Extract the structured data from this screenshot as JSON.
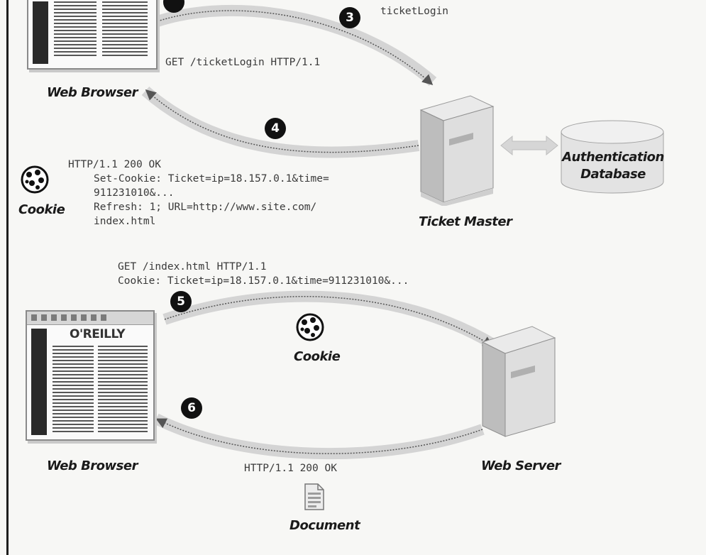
{
  "top_label": "ticketLogin",
  "request_1": "GET /ticketLogin HTTP/1.1",
  "response_1": {
    "line1": "HTTP/1.1 200 OK",
    "line2": "Set-Cookie: Ticket=ip=18.157.0.1&time=",
    "line3": "911231010&...",
    "line4": "Refresh: 1; URL=http://www.site.com/",
    "line5": "index.html"
  },
  "request_2": {
    "line1": "GET /index.html HTTP/1.1",
    "line2": "Cookie: Ticket=ip=18.157.0.1&time=911231010&..."
  },
  "response_2": "HTTP/1.1 200 OK",
  "labels": {
    "web_browser_top": "Web Browser",
    "web_browser_bottom": "Web Browser",
    "ticket_master": "Ticket Master",
    "auth_db_line1": "Authentication",
    "auth_db_line2": "Database",
    "cookie_left": "Cookie",
    "cookie_middle": "Cookie",
    "web_server": "Web Server",
    "document": "Document",
    "browser_logo": "O'REILLY"
  },
  "step_numbers": {
    "s3": "3",
    "s4": "4",
    "s5": "5",
    "s6": "6"
  },
  "icons": {
    "cookie": "cookie-icon",
    "server": "server-icon",
    "database": "database-icon",
    "document": "document-icon",
    "browser": "browser-window-icon"
  },
  "colors": {
    "background": "#f7f7f5",
    "arrow_band": "#d2d2d2",
    "arrow_line": "#555555",
    "step_badge": "#111111"
  }
}
